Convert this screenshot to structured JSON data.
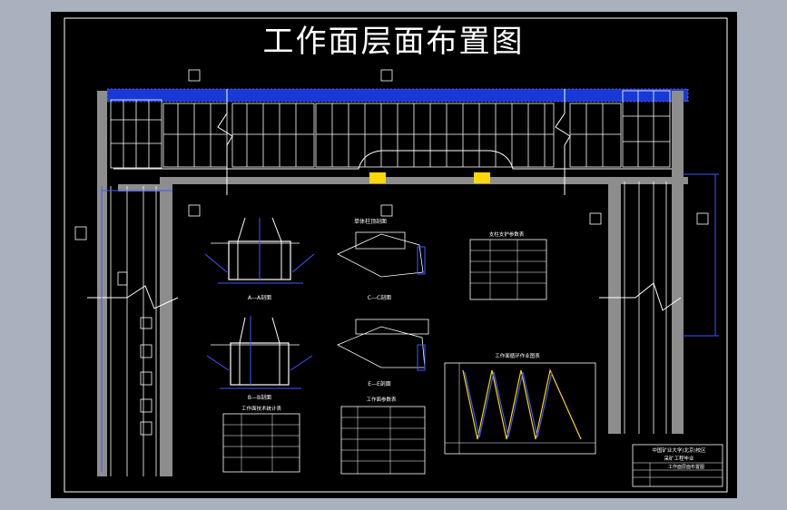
{
  "title": "工作面层面布置图",
  "section_labels": {
    "a_a": "A—A剖面",
    "b_b": "B—B剖面",
    "c_c": "C—C剖面",
    "e_e": "E—E剖面",
    "hinge_section": "单体柱顶剖面"
  },
  "tables": {
    "support_table_title": "支柱支护参数表",
    "stats_table_title": "工作面技术统计表",
    "params_table_title": "工作面参数表"
  },
  "cycle_chart": {
    "title": "工作面循环作业图表"
  },
  "title_block": {
    "school": "中国矿业大学(北京)校区",
    "project": "采矿工程毕业",
    "drawing_name": "工作面层面布置图"
  },
  "colors": {
    "background": "#a9b1bf",
    "sheet": "#000000",
    "line": "#ffffff",
    "accent": "#3f57ff",
    "yellow": "#ffd800",
    "frame_gray": "#8d8d8d"
  }
}
